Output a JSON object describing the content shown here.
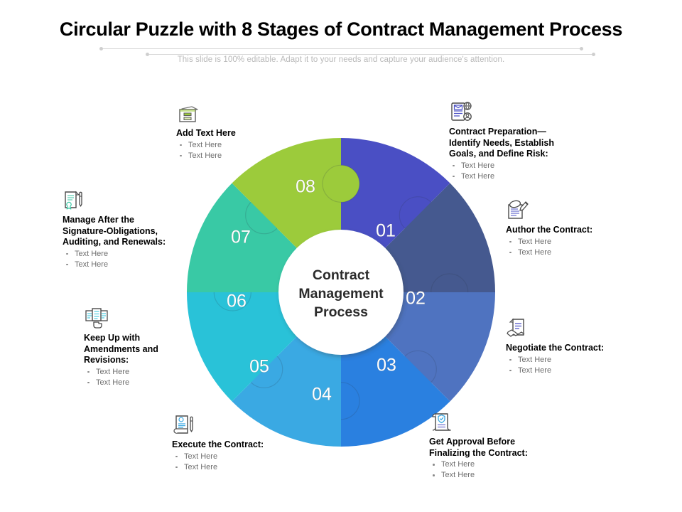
{
  "header": {
    "title": "Circular Puzzle with 8 Stages of Contract Management Process",
    "subtitle": "This slide is 100% editable. Adapt it to your needs and capture your audience's attention."
  },
  "center": {
    "line1": "Contract",
    "line2": "Management",
    "line3": "Process"
  },
  "chart_data": {
    "type": "pie",
    "title": "Circular Puzzle with 8 Stages of Contract Management Process",
    "center_label": "Contract Management Process",
    "segment_count": 8,
    "segment_sweep_degrees": 45,
    "categories": [
      "01",
      "02",
      "03",
      "04",
      "05",
      "06",
      "07",
      "08"
    ],
    "values": [
      12.5,
      12.5,
      12.5,
      12.5,
      12.5,
      12.5,
      12.5,
      12.5
    ],
    "colors": [
      "#4a4fc4",
      "#45598f",
      "#4f73c0",
      "#2a80e0",
      "#3aa9e3",
      "#29c2d8",
      "#39c9a5",
      "#9ccb3b"
    ],
    "labels": [
      "Contract Preparation—Identify Needs, Establish Goals, and Define Risk:",
      "Author the Contract:",
      "Negotiate the Contract:",
      "Get Approval Before Finalizing the Contract:",
      "Execute  the Contract:",
      "Keep Up with Amendments and Revisions:",
      "Manage After the Signature-Obligations, Auditing, and Renewals:",
      "Add Text Here"
    ],
    "legend_position": "around"
  },
  "segments": [
    {
      "num": "01",
      "color": "#4a4fc4"
    },
    {
      "num": "02",
      "color": "#45598f"
    },
    {
      "num": "03",
      "color": "#4f73c0"
    },
    {
      "num": "04",
      "color": "#2a80e0"
    },
    {
      "num": "05",
      "color": "#3aa9e3"
    },
    {
      "num": "06",
      "color": "#29c2d8"
    },
    {
      "num": "07",
      "color": "#39c9a5"
    },
    {
      "num": "08",
      "color": "#9ccb3b"
    }
  ],
  "callouts": [
    {
      "id": "08",
      "icon": "archive-box-icon",
      "heading": "Add Text Here",
      "bullets": [
        "Text Here",
        "Text Here"
      ]
    },
    {
      "id": "01",
      "icon": "document-globe-user-icon",
      "heading_lines": [
        "Contract Preparation—",
        "Identify Needs, Establish",
        "Goals, and Define Risk:"
      ],
      "bullets": [
        "Text Here",
        "Text Here"
      ]
    },
    {
      "id": "02",
      "icon": "document-pen-stamp-icon",
      "heading_lines": [
        "Author the Contract:"
      ],
      "bullets": [
        "Text Here",
        "Text Here"
      ]
    },
    {
      "id": "03",
      "icon": "handshake-document-icon",
      "heading_lines": [
        "Negotiate the Contract:"
      ],
      "bullets": [
        "Text Here",
        "Text Here"
      ]
    },
    {
      "id": "04",
      "icon": "certificate-shield-icon",
      "heading_lines": [
        "Get Approval Before",
        "Finalizing the Contract:"
      ],
      "bullets": [
        "Text Here",
        "Text Here"
      ]
    },
    {
      "id": "05",
      "icon": "signed-document-pen-icon",
      "heading_lines": [
        "Execute  the Contract:"
      ],
      "bullets": [
        "Text Here",
        "Text Here"
      ]
    },
    {
      "id": "06",
      "icon": "multi-document-hand-icon",
      "heading_lines": [
        "Keep Up with",
        "Amendments and",
        "Revisions:"
      ],
      "bullets": [
        "Text Here",
        "Text Here"
      ]
    },
    {
      "id": "07",
      "icon": "signature-seal-document-icon",
      "heading_lines": [
        "Manage After the",
        "Signature-Obligations,",
        "Auditing, and Renewals:"
      ],
      "bullets": [
        "Text Here",
        "Text Here"
      ]
    }
  ]
}
